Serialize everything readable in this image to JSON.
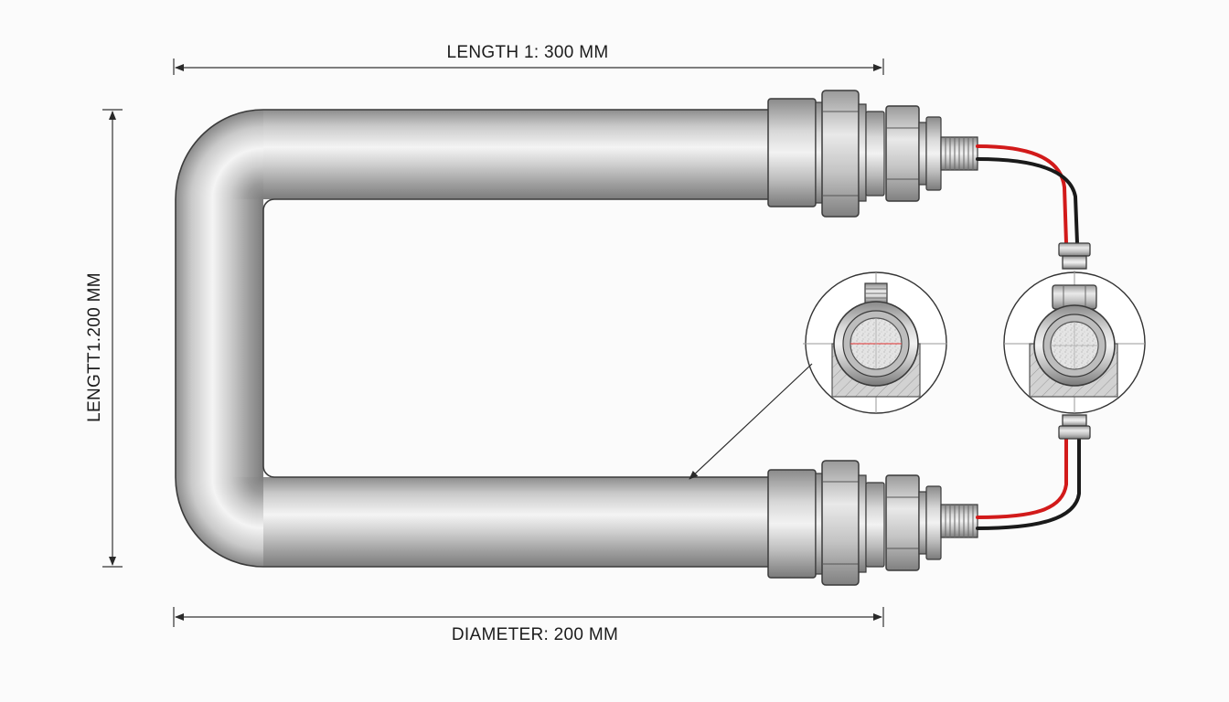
{
  "dimensions": {
    "top_label": "LENGTH 1: 300 MM",
    "left_label": "LENGTT1.200 MM",
    "bottom_label": "DIAMETER: 200 MM"
  },
  "colors": {
    "background": "#fbfbfb",
    "tube_metal": "#b9b9b9",
    "outline": "#3a3a3a",
    "wire_red": "#d21a1a",
    "wire_black": "#1a1a1a",
    "section_fill": "#cfcfcf",
    "leader_red": "#e03030"
  },
  "components": {
    "heating_element": "u-shaped-tube",
    "terminals": [
      "upper-terminal-fitting",
      "lower-terminal-fitting"
    ],
    "wires": [
      "red-wire",
      "black-wire"
    ],
    "detail_views": [
      "tube-cross-section-detail",
      "junction-cross-section-detail"
    ]
  }
}
